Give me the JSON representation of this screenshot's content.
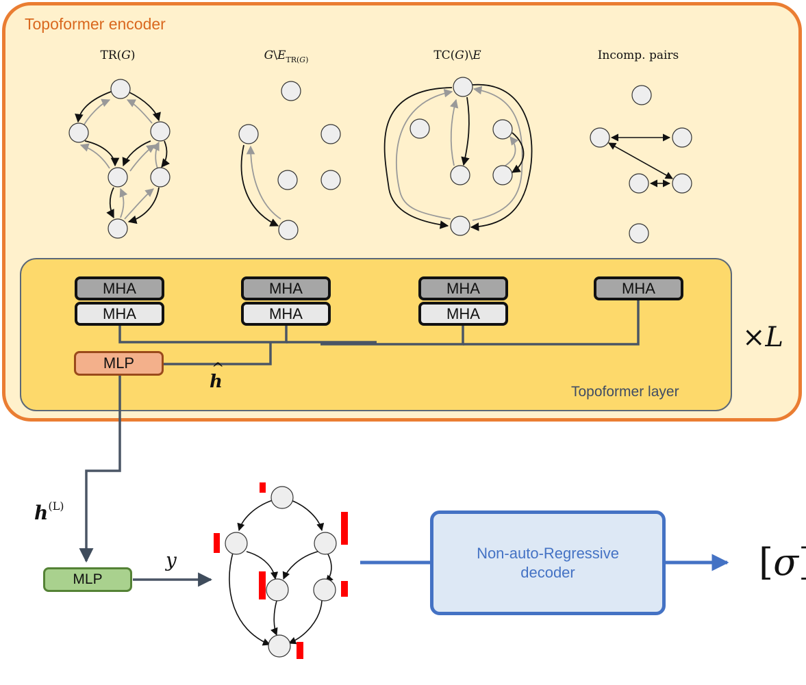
{
  "encoder": {
    "title": "Topoformer encoder",
    "graph_labels": [
      "TR(G)",
      "G\\E",
      "TR(G)",
      "TC(G)\\E",
      "Incomp. pairs"
    ]
  },
  "layer": {
    "title": "Topoformer layer",
    "mha_label": "MHA",
    "mlp_label": "MLP",
    "hidden_label": "h",
    "repeat_prefix": "×",
    "repeat_var": "L"
  },
  "output": {
    "h_label": "h",
    "h_superscript": "(L)",
    "mlp_label": "MLP",
    "y_label": "y"
  },
  "decoder": {
    "label": "Non-auto-Regressive\ndecoder"
  },
  "result": {
    "open": "[",
    "symbol": "σ",
    "close": "]"
  },
  "colors": {
    "encoder_bg": "#fff1cc",
    "encoder_border": "#ea7d32",
    "layer_bg": "#fdd96b",
    "decoder_border": "#4472c4",
    "priority_bar": "#ff0000",
    "node_fill": "#eeeeee"
  }
}
